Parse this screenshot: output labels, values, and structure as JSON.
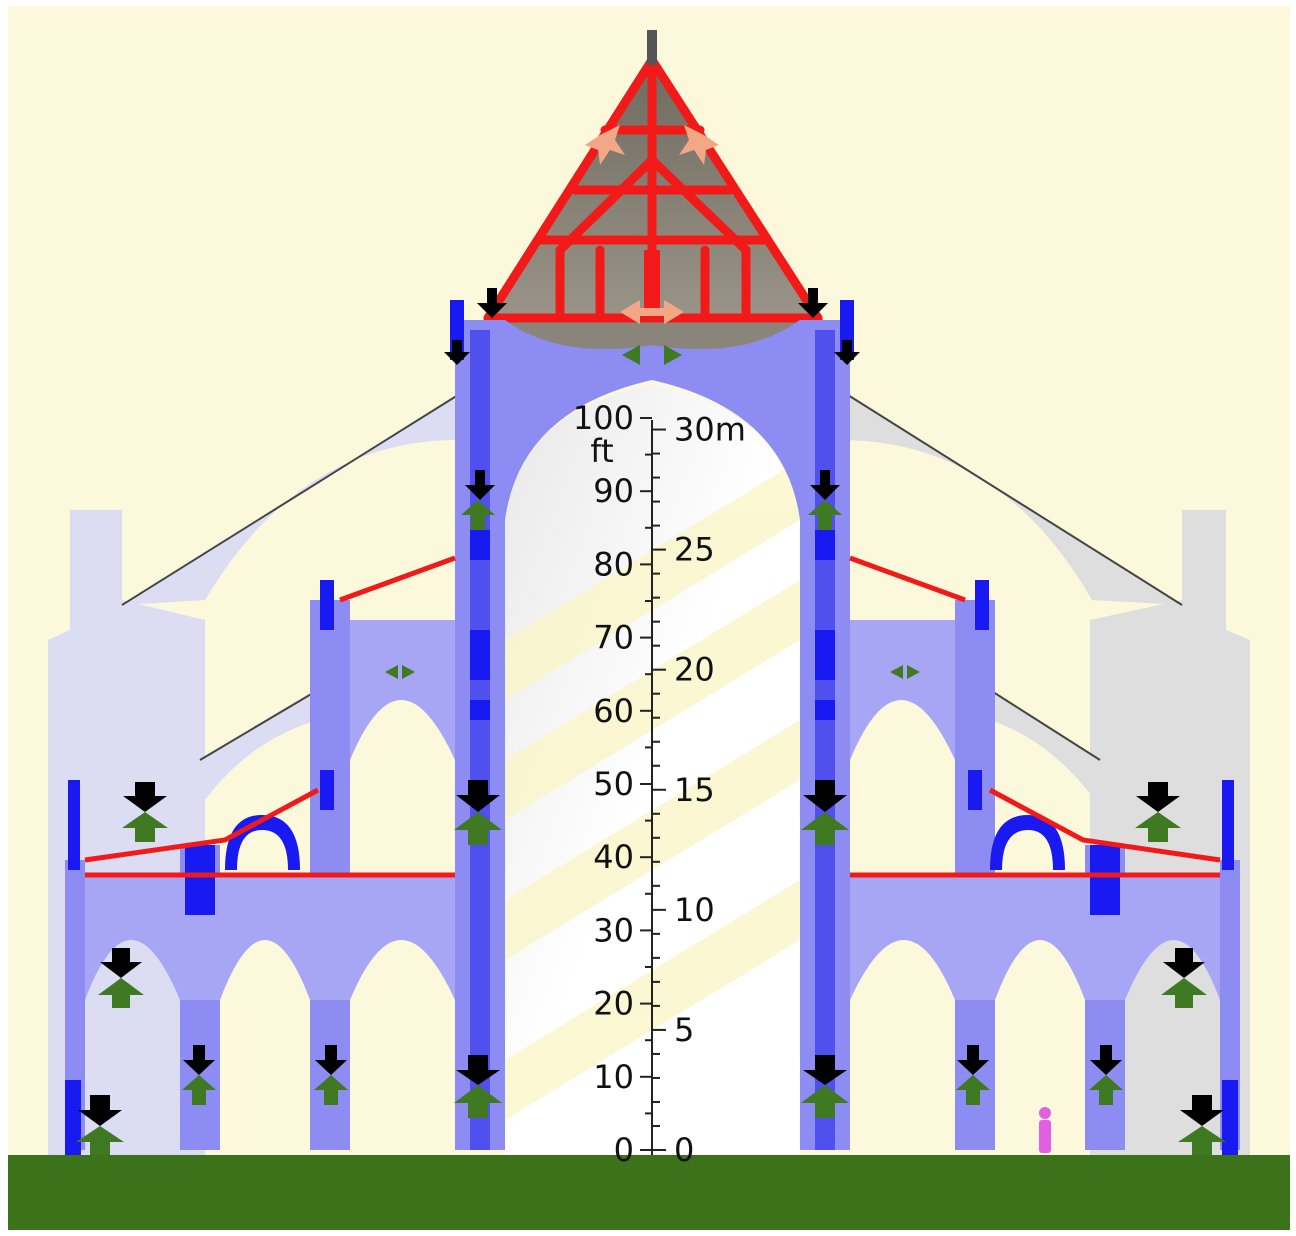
{
  "scale": {
    "feet_unit": "ft",
    "meter_unit": "m",
    "feet_ticks": [
      "0",
      "10",
      "20",
      "30",
      "40",
      "50",
      "60",
      "70",
      "80",
      "90",
      "100"
    ],
    "meter_ticks": [
      "0",
      "5",
      "10",
      "15",
      "20",
      "25",
      "30m"
    ]
  },
  "colors": {
    "background": "#fbf8dc",
    "ground": "#3c7219",
    "structure": "#8c8cf2",
    "stone_dark": "#1919f2",
    "buttress": "#d6d6ee",
    "timber": "#f21919",
    "roof_fill": "#7c7468",
    "arrow_down": "#000000",
    "arrow_up": "#3f7a22",
    "arrow_thrust": "#f2a887",
    "person": "#e060e0"
  }
}
